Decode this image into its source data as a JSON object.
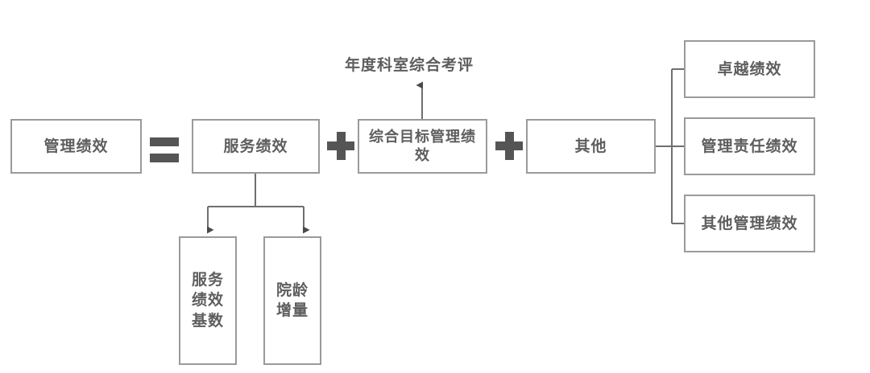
{
  "diagram": {
    "title_caption": "年度科室综合考评",
    "colors": {
      "background": "#ffffff",
      "box_border": "#9a9a9a",
      "text": "#5e5e5e",
      "operator": "#555555",
      "connector": "#6f6f6f"
    },
    "nodes": {
      "management_performance": "管理绩效",
      "service_performance": "服务绩效",
      "comprehensive_goal_management_performance": "综合目标管理绩效",
      "other": "其他",
      "service_performance_base": "服务绩效基数",
      "hospital_tenure_increment": "院龄增量",
      "excellence_performance": "卓越绩效",
      "management_responsibility_performance": "管理责任绩效",
      "other_management_performance": "其他管理绩效"
    },
    "operators": {
      "equals": "=",
      "plus_1": "+",
      "plus_2": "+"
    }
  }
}
